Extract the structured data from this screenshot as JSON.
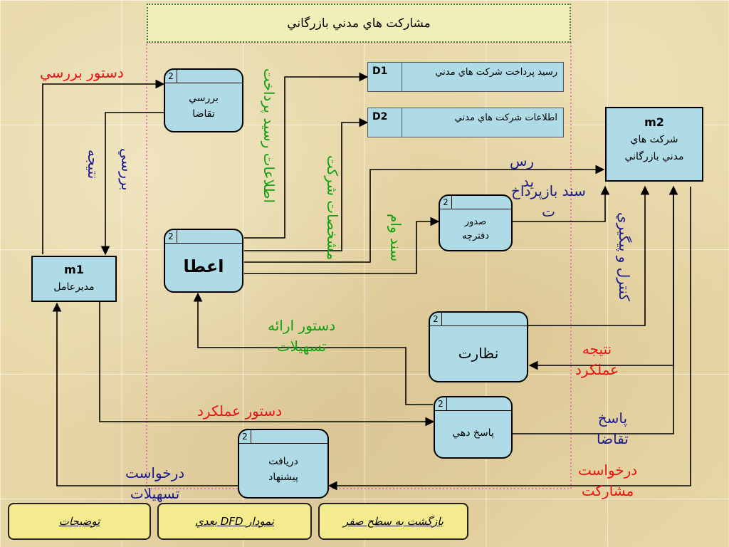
{
  "title": "مشاركت هاي مدني بازرگاني",
  "processes": {
    "check_request": {
      "num": "2",
      "label": "بررسي\nتقاضا"
    },
    "grant": {
      "num": "2",
      "label": "اعطا"
    },
    "issue_booklet": {
      "num": "2",
      "label": "صدور\nدفترچه"
    },
    "supervision": {
      "num": "2",
      "label": "نظارت"
    },
    "respond": {
      "num": "2",
      "label": "پاسخ دهي"
    },
    "receive_proposal": {
      "num": "2",
      "label": "دريافت\nپيشنهاد"
    }
  },
  "entities": {
    "m1": {
      "code": "m1",
      "label": "مديرعامل"
    },
    "m2": {
      "code": "m2",
      "label": "شركت هاي\nمدني بازرگاني"
    }
  },
  "stores": {
    "d1": {
      "id": "D1",
      "name": "رسيد پرداخت شركت هاي مدني"
    },
    "d2": {
      "id": "D2",
      "name": "اطلاعات شركت هاي مدني"
    }
  },
  "flows": {
    "review_order": "دستور بررسي",
    "result": "نتيجه",
    "review": "بررسي",
    "payment_receipt_info": "اطلاعات رسيد پرداخت",
    "company_specs": "مشخصات شركت",
    "loan_doc": "سند وام",
    "receipt": "رس\nيد",
    "repayment_doc": "سند بازپرداخ\nت",
    "control_followup": "كنترل و پيگيري",
    "facility_order": "دستور ارائه\nتسهيلات",
    "performance_result": "نتيجه\nعملكرد",
    "performance_order": "دستور عملكرد",
    "request_response": "پاسخ\nتقاضا",
    "facility_request": "درخواست\nتسهيلات",
    "participation_request": "درخواست\nمشاركت"
  },
  "nav": {
    "back": "بازگشت به سطح صفر",
    "dfd": "نمودار DFD بعدي",
    "notes": "توضيحات"
  },
  "colors": {
    "red_label": "#ee1111",
    "green_label": "#10a010",
    "navy_label": "#1a1a8c",
    "shape_fill": "#aedbe6",
    "title_fill": "#f1eeb8",
    "button_fill": "#f4eb8f"
  }
}
